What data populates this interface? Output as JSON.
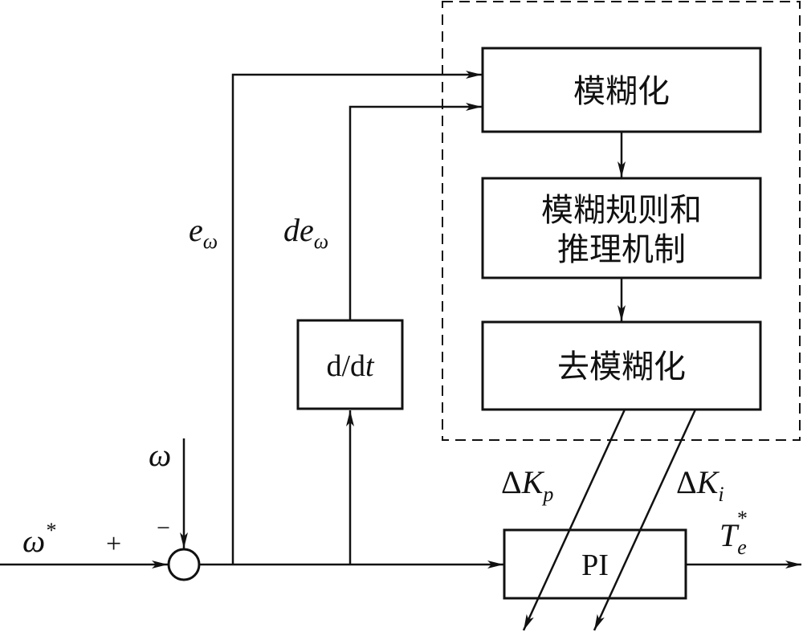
{
  "blocks": {
    "fuzzify": "模糊化",
    "rules_line1": "模糊规则和",
    "rules_line2": "推理机制",
    "defuzzify": "去模糊化",
    "derivative": {
      "main": "d/d",
      "var": "t"
    },
    "pi": "PI"
  },
  "signals": {
    "reference": {
      "base": "ω",
      "sup": "*"
    },
    "feedback": "ω",
    "plus_sign": "+",
    "minus_sign": "−",
    "error": {
      "base": "e",
      "sub": "ω"
    },
    "error_derivative": {
      "base": "de",
      "sub": "ω"
    },
    "delta_kp": {
      "delta": "Δ",
      "base": "K",
      "sub": "p"
    },
    "delta_ki": {
      "delta": "Δ",
      "base": "K",
      "sub": "i"
    },
    "output": {
      "base": "T",
      "sub": "e",
      "sup": "*"
    }
  }
}
